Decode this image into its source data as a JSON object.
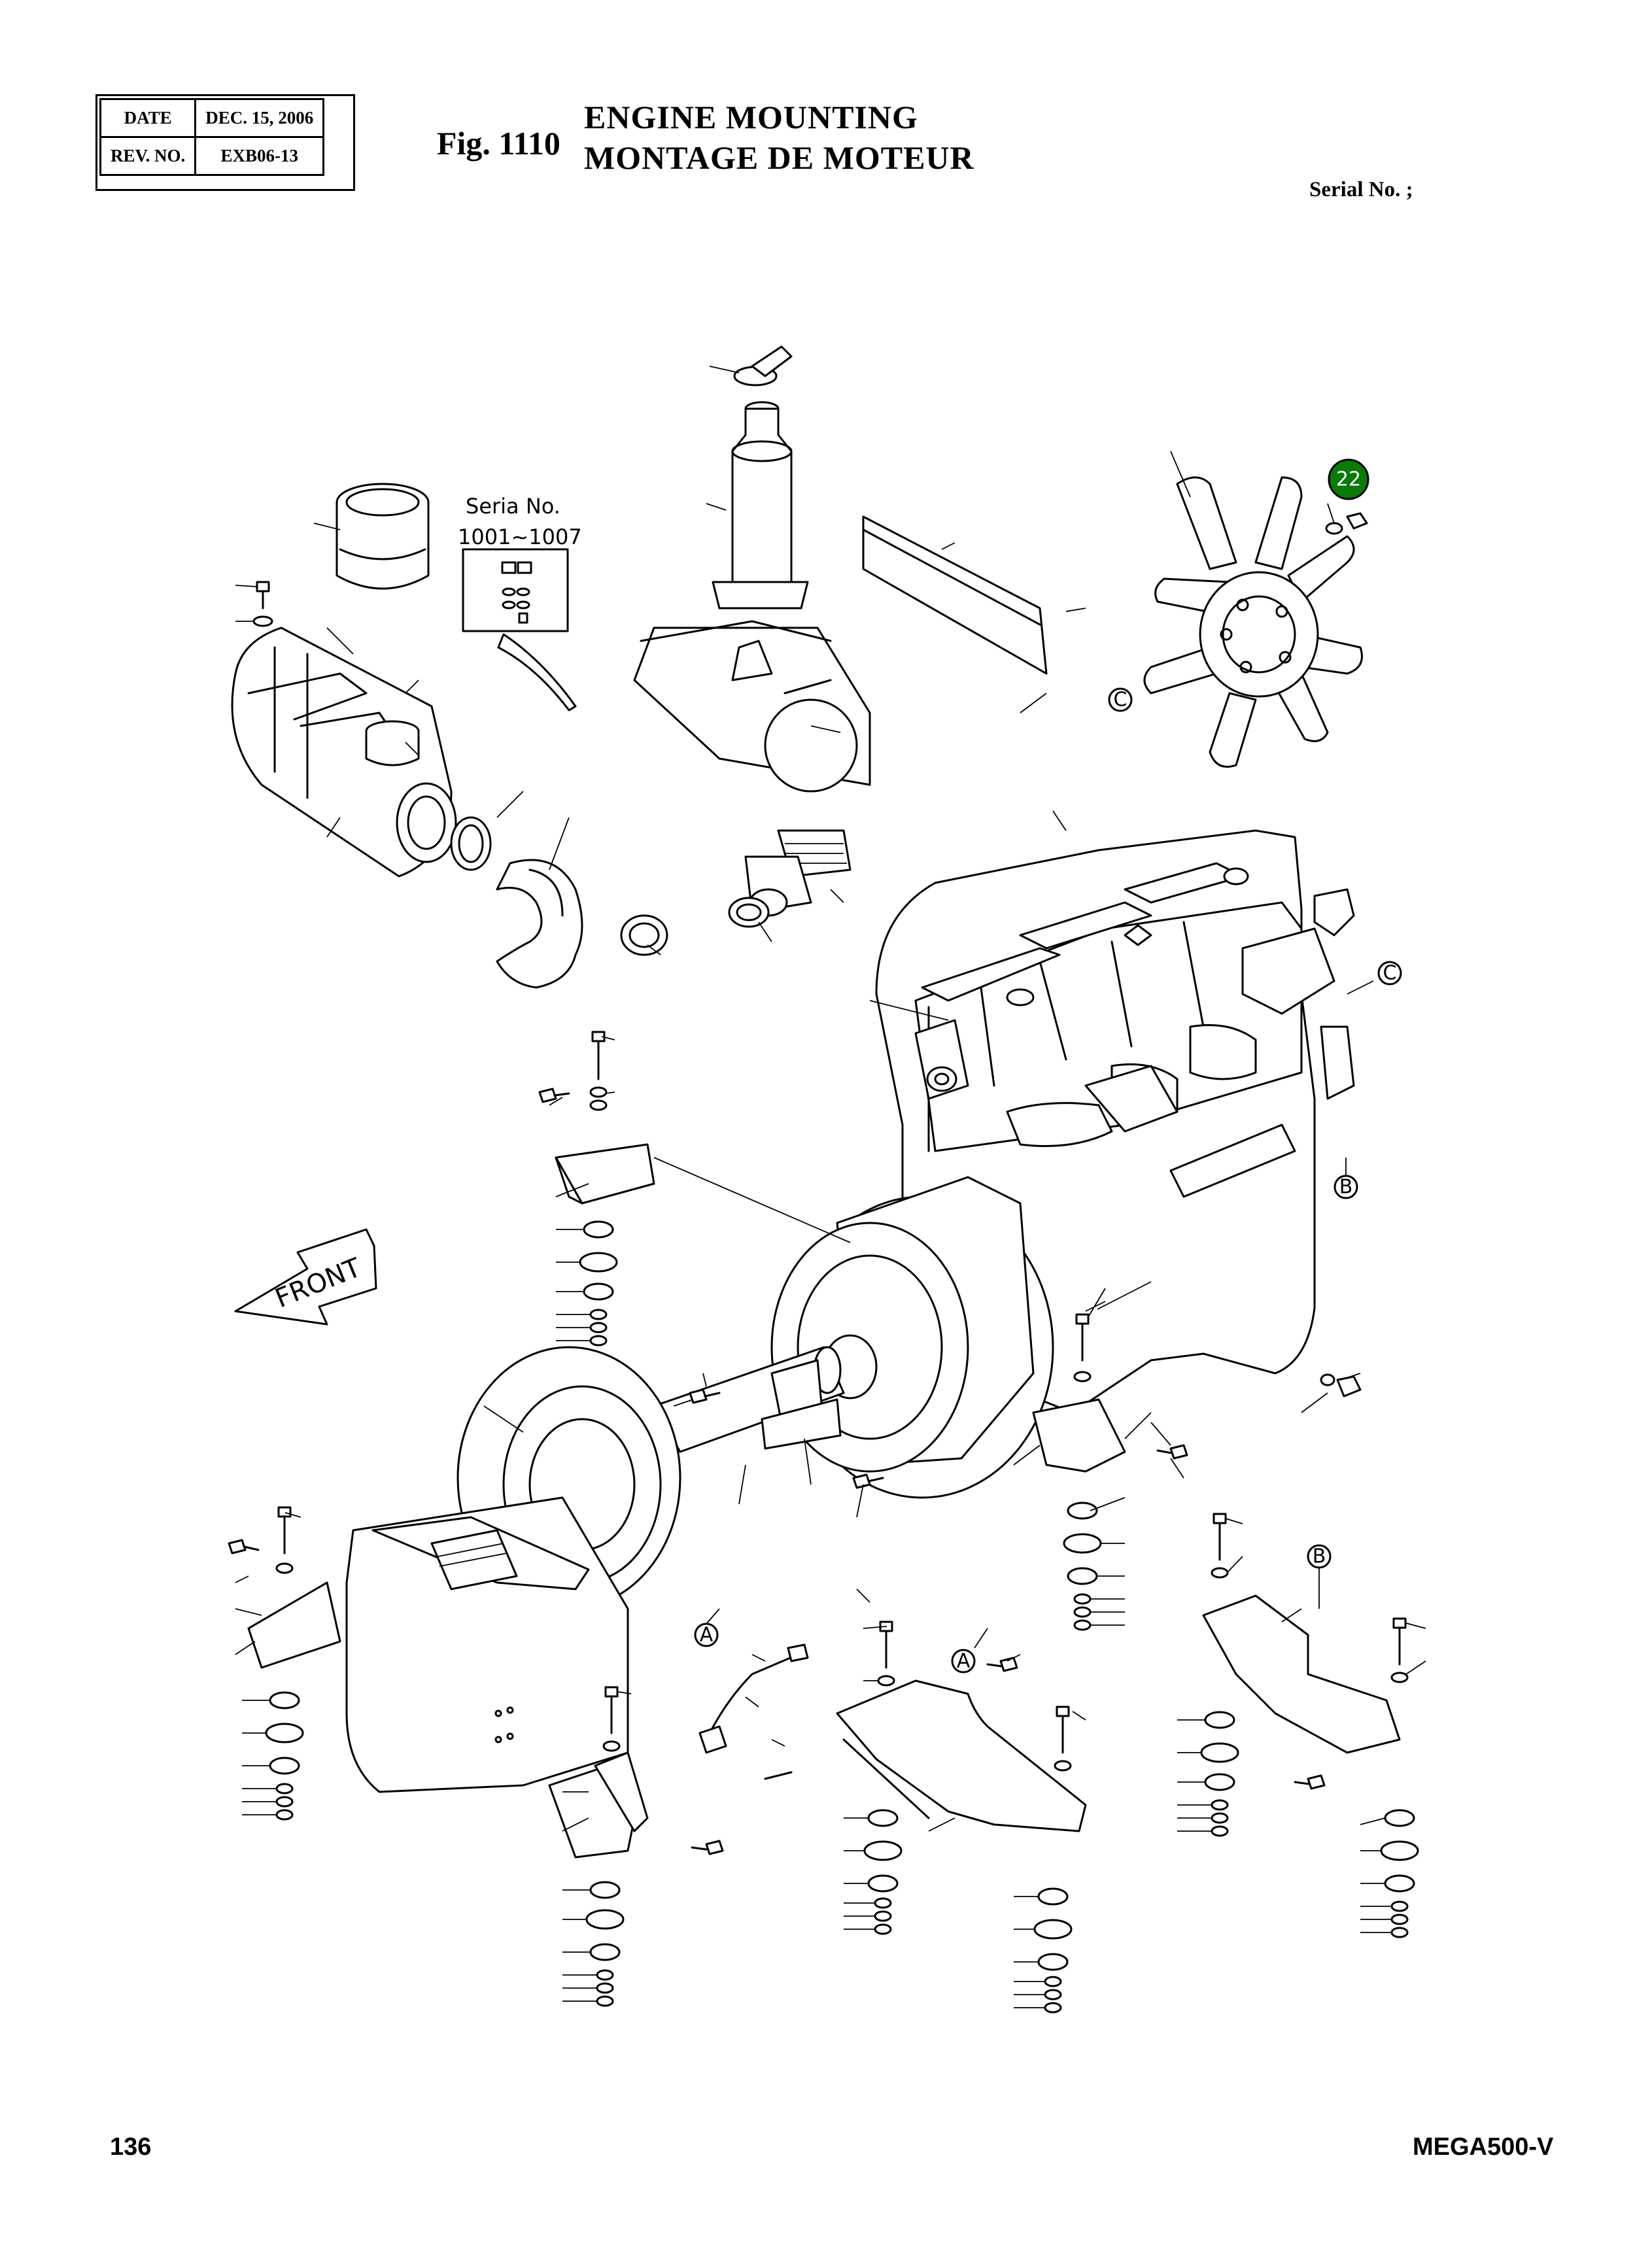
{
  "header": {
    "date_label": "DATE",
    "date_value": "DEC. 15, 2006",
    "rev_label": "REV. NO.",
    "rev_value": "EXB06-13"
  },
  "figure": {
    "number": "Fig. 1110",
    "title_en": "ENGINE MOUNTING",
    "title_fr": "MONTAGE DE MOTEUR",
    "serial": "Serial No. ;"
  },
  "diagram": {
    "serial_note_line1": "Seria No.",
    "serial_note_line2": "1001~1007",
    "front_label": "FRONT",
    "callouts": {
      "a": "A",
      "b": "B",
      "c": "C"
    },
    "highlighted_part": {
      "number": "22",
      "color": "#0a7a0a"
    }
  },
  "footer": {
    "page": "136",
    "model": "MEGA500-V"
  }
}
